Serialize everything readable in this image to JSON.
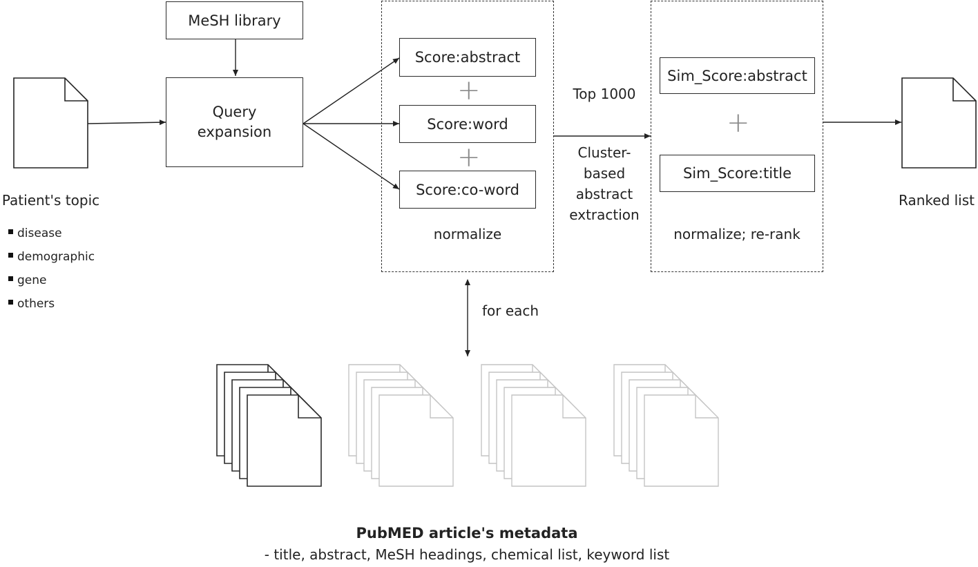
{
  "mesh_library": "MeSH library",
  "query_expansion": "Query\nexpansion",
  "patient_topic": "Patient's topic",
  "topic_items": [
    "disease",
    "demographic",
    "gene",
    "others"
  ],
  "scores": [
    "Score:abstract",
    "Score:word",
    "Score:co-word"
  ],
  "normalize": "normalize",
  "top_1000": "Top 1000",
  "cluster_label": "Cluster-\nbased\nabstract\nextraction",
  "sim_scores": [
    "Sim_Score:abstract",
    "Sim_Score:title"
  ],
  "normalize_rerank": "normalize; re-rank",
  "ranked_list": "Ranked list",
  "for_each": "for each",
  "pubmed_title": "PubMED article's metadata",
  "pubmed_fields": "- title, abstract, MeSH headings, chemical list, keyword list",
  "colors": {
    "stroke": "#2a2a2a",
    "faded": "#c4c4c4",
    "plus": "#8a8a8a"
  }
}
